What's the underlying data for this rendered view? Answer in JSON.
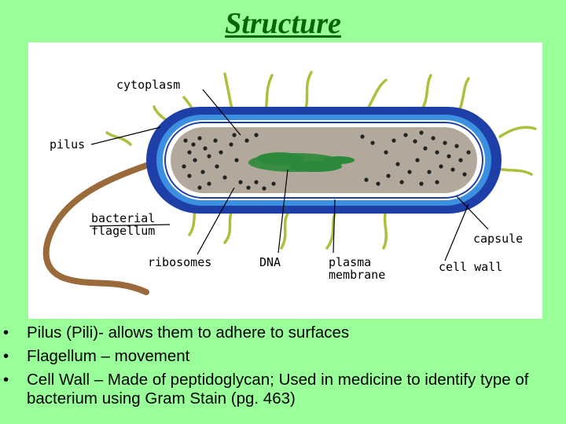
{
  "title": "Structure",
  "diagram": {
    "labels": {
      "cytoplasm": "cytoplasm",
      "pilus": "pilus",
      "bacterial_flagellum": "bacterial\nflagellum",
      "ribosomes": "ribosomes",
      "dna": "DNA",
      "plasma_membrane": "plasma\nmembrane",
      "cell_wall": "cell wall",
      "capsule": "capsule"
    },
    "colors": {
      "capsule": "#1f3fa8",
      "cell_wall": "#3a8fe0",
      "membrane": "#ffffff",
      "cytoplasm": "#b3a89c",
      "dna": "#2a8a3a",
      "pili": "#a9c23c",
      "flagellum": "#9a6a3a"
    }
  },
  "bullets": [
    {
      "marker": "•",
      "text": "Pilus (Pili)- allows them to adhere to surfaces"
    },
    {
      "marker": "•",
      "text": "Flagellum – movement"
    },
    {
      "marker": "•",
      "text": "Cell Wall – Made of peptidoglycan; Used in medicine to identify type of bacterium using Gram Stain (pg. 463)"
    }
  ]
}
